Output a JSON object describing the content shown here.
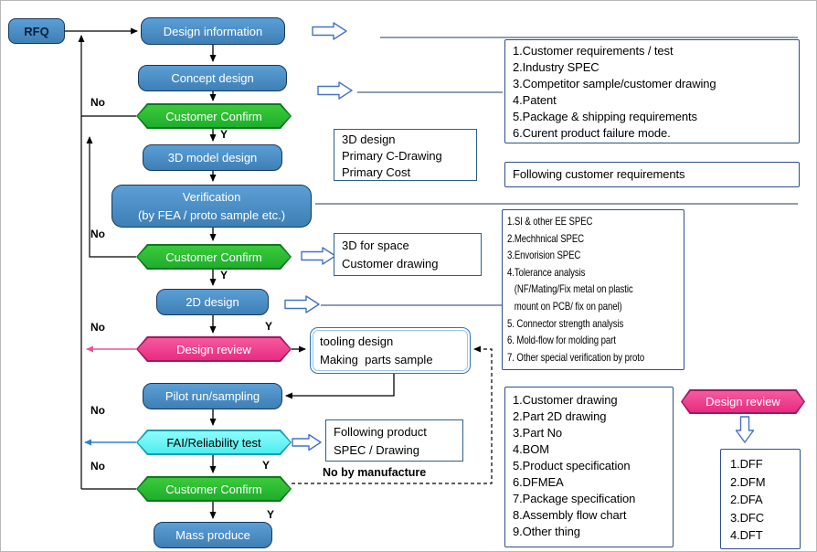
{
  "colors": {
    "node_blue": "#4a8fc6",
    "node_border_navy": "#17375e",
    "confirm_green": "#2db92d",
    "review_pink": "#ee3d8f",
    "test_cyan": "#66f2f2",
    "note_border_navy": "#2e4d8e",
    "block_arrow_blue": "#4472c4"
  },
  "flow": {
    "rfq": "RFQ",
    "design_information": "Design information",
    "concept_design": "Concept design",
    "customer_confirm_1": "Customer Confirm",
    "model_design_3d": "3D model design",
    "verification": "Verification",
    "verification_sub": "(by FEA / proto sample etc.)",
    "customer_confirm_2": "Customer Confirm",
    "design_2d": "2D design",
    "design_review": "Design review",
    "pilot_run": "Pilot run/sampling",
    "fai_test": "FAI/Reliability test",
    "customer_confirm_3": "Customer Confirm",
    "mass_produce": "Mass produce",
    "design_review_2": "Design review"
  },
  "branch_labels": {
    "no": "No",
    "yes": "Y",
    "no_by_manufacture": "No by manufacture"
  },
  "mid_boxes": {
    "primary_outputs": [
      "3D design",
      "Primary C-Drawing",
      "Primary Cost"
    ],
    "space_check": [
      "3D for space",
      "Customer drawing"
    ],
    "tooling": [
      "tooling design",
      "Making  parts sample"
    ],
    "fai_outputs": [
      "Following product",
      "SPEC / Drawing"
    ]
  },
  "right_panel": {
    "requirements": [
      "1.Customer requirements / test",
      "2.Industry SPEC",
      "3.Competitor sample/customer drawing",
      "4.Patent",
      "5.Package & shipping requirements",
      "6.Curent product failure mode."
    ],
    "following_customer": "Following customer requirements",
    "verification_items": [
      "1.SI & other EE SPEC",
      "2.Mechhnical SPEC",
      "3.Envorision SPEC",
      "4.Tolerance analysis",
      "   (NF/Mating/Fix metal on plastic",
      "   mount on PCB/ fix on panel)",
      "5. Connector strength analysis",
      "6. Mold-flow for molding part",
      "7. Other special verification by proto"
    ],
    "deliverables": [
      "1.Customer drawing",
      "2.Part 2D drawing",
      "3.Part No",
      "4.BOM",
      "5.Product specification",
      "6.DFMEA",
      "7.Package specification",
      "8.Assembly flow chart",
      "9.Other thing"
    ],
    "dfx_items": [
      "1.DFF",
      "2.DFM",
      "2.DFA",
      "3.DFC",
      "4.DFT"
    ]
  }
}
